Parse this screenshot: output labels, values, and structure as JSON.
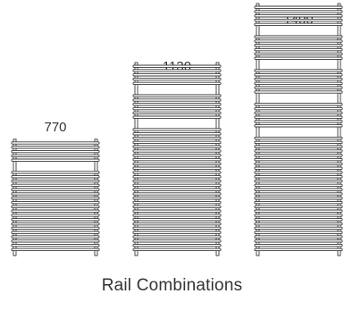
{
  "caption": "Rail Combinations",
  "stroke_color": "#3a3a3a",
  "radiators": [
    {
      "label": "770",
      "rail_count": 24,
      "gaps_after_rail": [
        5
      ]
    },
    {
      "label": "1130",
      "rail_count": 40,
      "gaps_after_rail": [
        5,
        11
      ]
    },
    {
      "label": "1400",
      "rail_count": 50,
      "gaps_after_rail": [
        5,
        11,
        17,
        23
      ]
    }
  ]
}
